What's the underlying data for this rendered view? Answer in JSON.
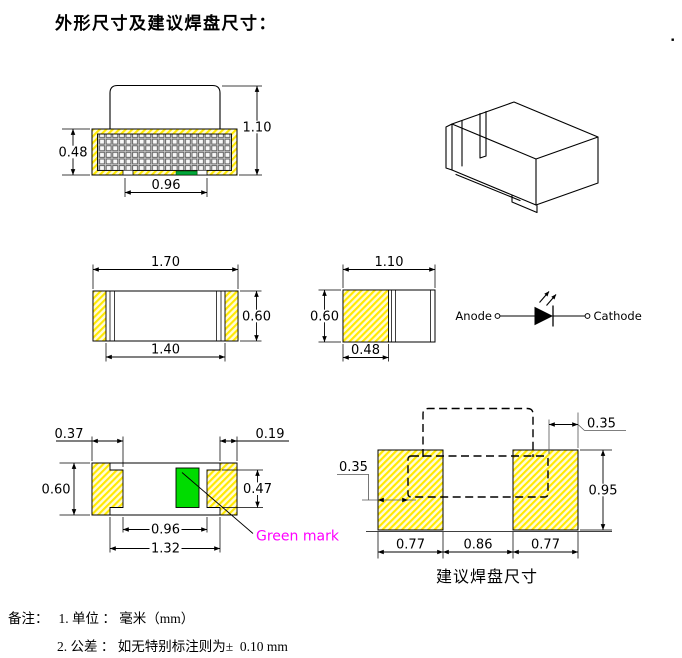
{
  "title": "外形尺寸及建议焊盘尺寸：",
  "side_view": {
    "dim_body_height": "0.48",
    "dim_total_height": "1.10",
    "dim_bottom_inner": "0.96"
  },
  "top_view": {
    "dim_length": "1.70",
    "dim_inner_length": "1.40",
    "dim_width": "0.60"
  },
  "end_view": {
    "dim_length": "1.10",
    "dim_width": "0.60",
    "dim_terminal_width": "0.48"
  },
  "circuit_symbol": {
    "anode_label": "Anode",
    "cathode_label": "Cathode"
  },
  "bottom_view": {
    "dim_left_terminal": "0.37",
    "dim_right_terminal_step": "0.19",
    "dim_width": "0.60",
    "dim_mark_height": "0.47",
    "dim_inner_length": "0.96",
    "dim_terminal_span": "1.32",
    "green_mark_label": "Green mark"
  },
  "pad_layout": {
    "dim_overlap_left": "0.35",
    "dim_overlap_right": "0.35",
    "dim_pad_height": "0.95",
    "dim_pad_width_left": "0.77",
    "dim_pad_gap": "0.86",
    "dim_pad_width_right": "0.77",
    "caption": "建议焊盘尺寸"
  },
  "notes": {
    "label": "备注：",
    "line1": "1. 单位 ： 毫米（mm）",
    "line2": "2. 公差 ： 如无特别标注则为±  0.10 mm"
  },
  "colors": {
    "hatch_yellow": "#ffe900",
    "hatch_bg": "#fffbd8",
    "green_mark": "#00dc00",
    "green_mark_side": "#00a63c",
    "magenta_label": "#ff00ff",
    "line": "#000000"
  }
}
